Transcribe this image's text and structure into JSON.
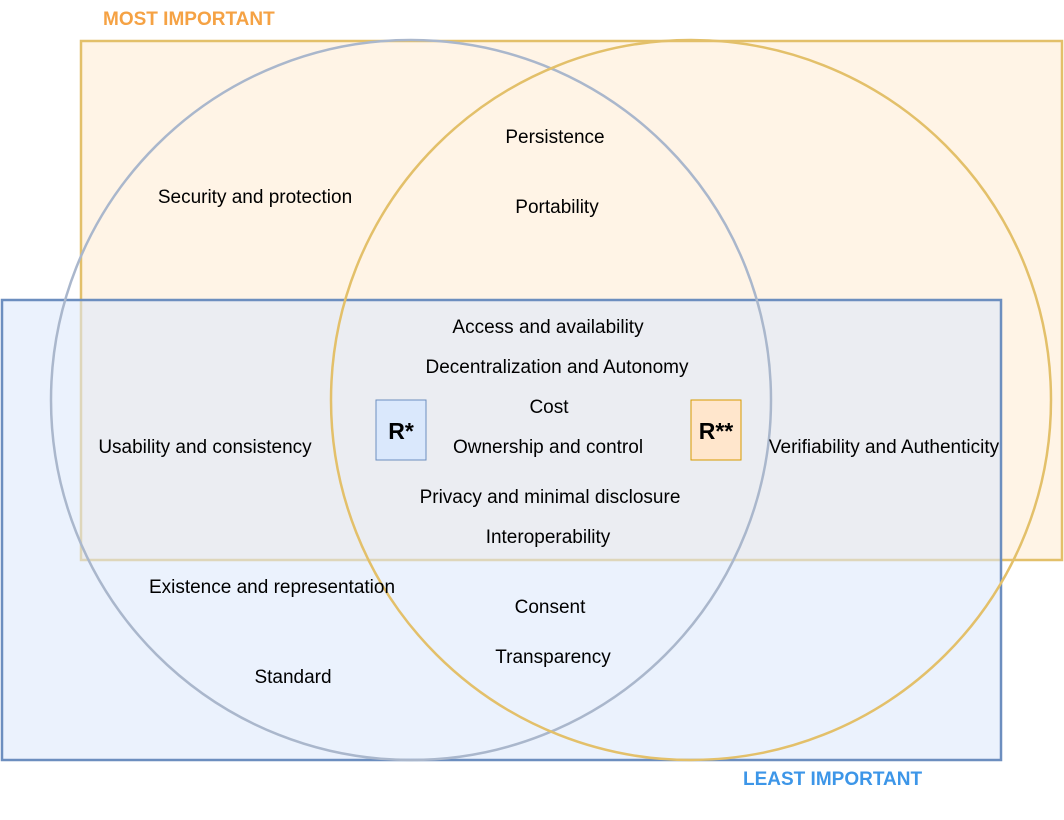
{
  "headings": {
    "most_important": "MOST IMPORTANT",
    "least_important": "LEAST IMPORTANT"
  },
  "markers": {
    "r_star": "R*",
    "r_double_star": "R**"
  },
  "labels": {
    "persistence": "Persistence",
    "portability": "Portability",
    "security": "Security and protection",
    "access": "Access and availability",
    "decentralization": "Decentralization and Autonomy",
    "cost": "Cost",
    "ownership": "Ownership and control",
    "usability": "Usability and consistency",
    "verifiability": "Verifiability and Authenticity",
    "privacy": "Privacy and minimal disclosure",
    "interoperability": "Interoperability",
    "existence": "Existence and representation",
    "consent": "Consent",
    "transparency": "Transparency",
    "standard": "Standard"
  },
  "colors": {
    "most_important_fill": "#fff2e2",
    "most_important_stroke": "#e3c06a",
    "least_important_fill": "#dae8fc",
    "least_important_stroke": "#6c8ebf",
    "most_important_text": "#f5a244",
    "least_important_text": "#3d96e8",
    "circle_left_stroke": "#aab7cc",
    "circle_right_stroke": "#e3c06a",
    "r_star_fill": "#dae8fc",
    "r_star_stroke": "#6c8ebf",
    "r_double_star_fill": "#ffe6cc",
    "r_double_star_stroke": "#d79b00"
  }
}
